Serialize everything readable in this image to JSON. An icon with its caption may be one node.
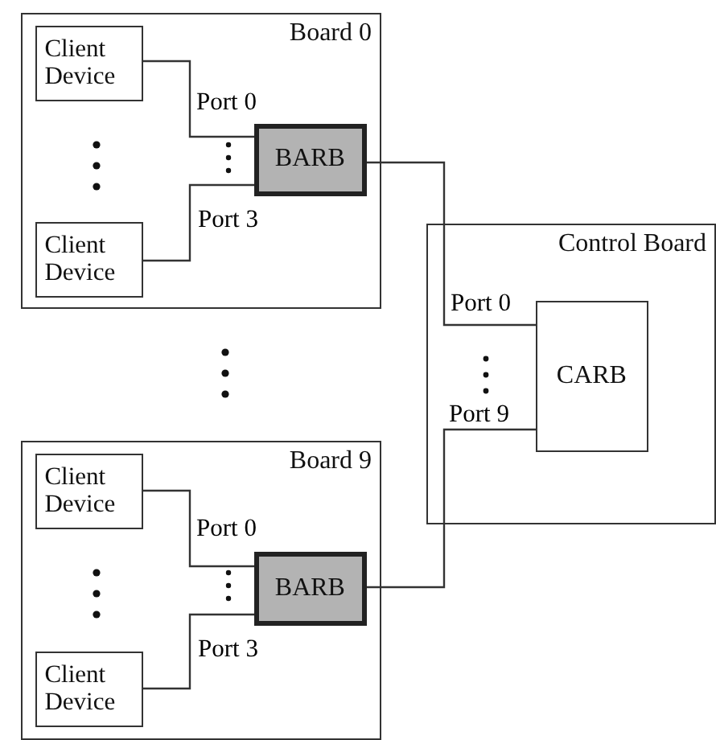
{
  "diagram": {
    "nodes": [
      {
        "text": [
          "Board 0"
        ]
      },
      {
        "text": [
          "Client Device"
        ],
        "in": 0
      },
      {
        "text": [
          "Client Device"
        ],
        "in": 0
      },
      {
        "text": [
          "BARB"
        ],
        "in": 0
      },
      {
        "text": [
          "Control Board"
        ]
      },
      {
        "text": [
          "CARB"
        ],
        "in": 4
      },
      {
        "text": [
          "Board 9"
        ]
      },
      {
        "text": [
          "Client Device"
        ],
        "in": 6
      },
      {
        "text": [
          "Client Device"
        ],
        "in": 6
      },
      {
        "text": [
          "BARB"
        ],
        "in": 6
      }
    ],
    "edges": [
      {
        "from": 1,
        "to": 3,
        "arrow": "none",
        "label": "Port 0"
      },
      {
        "from": 2,
        "to": 3,
        "arrow": "none",
        "label": "Port 3"
      },
      {
        "from": 3,
        "to": 5,
        "arrow": "none",
        "label": "Port 0"
      },
      {
        "from": 9,
        "to": 5,
        "arrow": "none",
        "label": "Port 9"
      },
      {
        "from": 7,
        "to": 9,
        "arrow": "none",
        "label": "Port 0"
      },
      {
        "from": 8,
        "to": 9,
        "arrow": "none",
        "label": "Port 3"
      }
    ]
  }
}
